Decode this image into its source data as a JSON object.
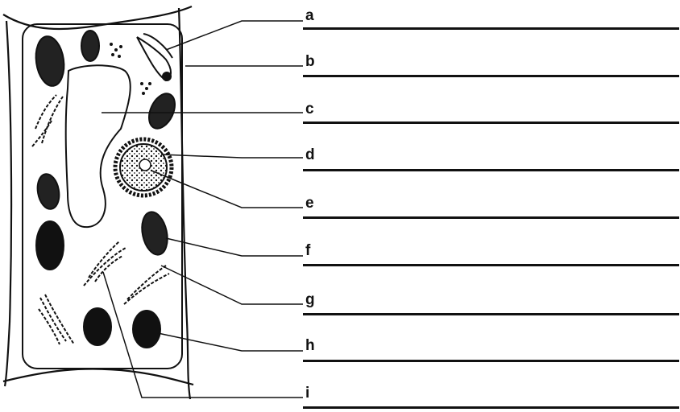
{
  "labels": [
    {
      "id": "a",
      "text": "a"
    },
    {
      "id": "b",
      "text": "b"
    },
    {
      "id": "c",
      "text": "c"
    },
    {
      "id": "d",
      "text": "d"
    },
    {
      "id": "e",
      "text": "e"
    },
    {
      "id": "f",
      "text": "f"
    },
    {
      "id": "g",
      "text": "g"
    },
    {
      "id": "h",
      "text": "h"
    },
    {
      "id": "i",
      "text": "i"
    }
  ],
  "colors": {
    "ink": "#111111",
    "background": "#ffffff"
  }
}
